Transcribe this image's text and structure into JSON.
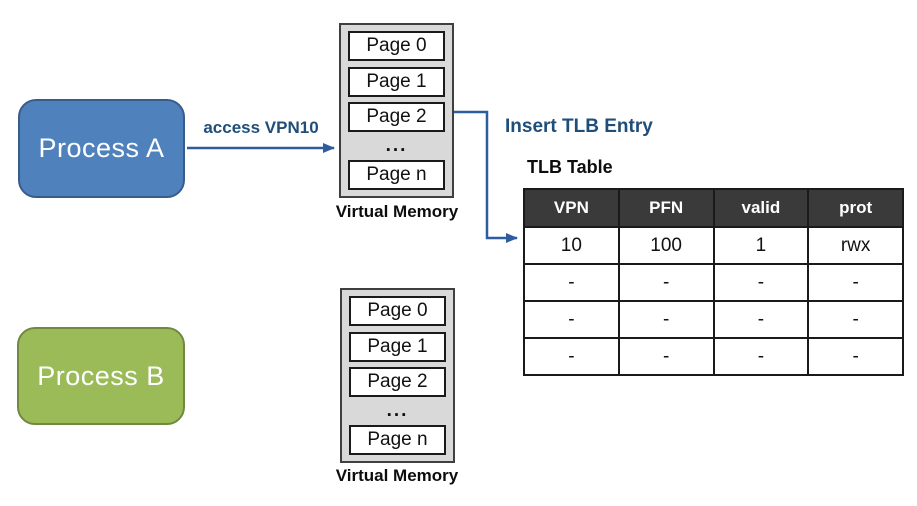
{
  "diagram": {
    "process_a": {
      "label": "Process A"
    },
    "process_b": {
      "label": "Process B"
    },
    "access_arrow_label": "access VPN10",
    "insert_tlb_label": "Insert TLB Entry",
    "memory_top": {
      "pages": [
        "Page 0",
        "Page 1",
        "Page 2",
        "...",
        "Page n"
      ],
      "caption": "Virtual Memory"
    },
    "memory_bottom": {
      "pages": [
        "Page 0",
        "Page 1",
        "Page 2",
        "...",
        "Page n"
      ],
      "caption": "Virtual Memory"
    },
    "tlb": {
      "title": "TLB Table",
      "headers": [
        "VPN",
        "PFN",
        "valid",
        "prot"
      ],
      "rows": [
        [
          "10",
          "100",
          "1",
          "rwx"
        ],
        [
          "-",
          "-",
          "-",
          "-"
        ],
        [
          "-",
          "-",
          "-",
          "-"
        ],
        [
          "-",
          "-",
          "-",
          "-"
        ]
      ]
    },
    "colors": {
      "process_a_fill": "#4f81bd",
      "process_a_border": "#385d8a",
      "process_b_fill": "#9bbb59",
      "process_b_border": "#71893f",
      "connector": "#2e5c9e",
      "label_blue": "#1f4e79",
      "memory_fill": "#d9d9d9",
      "page_fill": "#ffffff",
      "table_header_bg": "#3a3a3a",
      "table_header_text": "#ffffff"
    }
  }
}
